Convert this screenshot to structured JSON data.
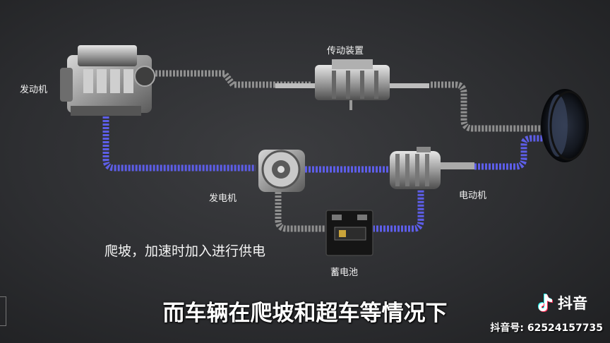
{
  "labels": {
    "engine": "发动机",
    "transmission": "传动装置",
    "generator": "发电机",
    "motor": "电动机",
    "battery": "蓄电池"
  },
  "caption": "爬坡，加速时加入进行供电",
  "subtitle": "而车辆在爬坡和超车等情况下",
  "watermark": {
    "logo_text": "抖音",
    "account": "抖音号: 62524157735"
  },
  "colors": {
    "mechanical_link": "#9a9a9a",
    "electric_link": "#5b5cf0",
    "background": "#2e2f32"
  }
}
